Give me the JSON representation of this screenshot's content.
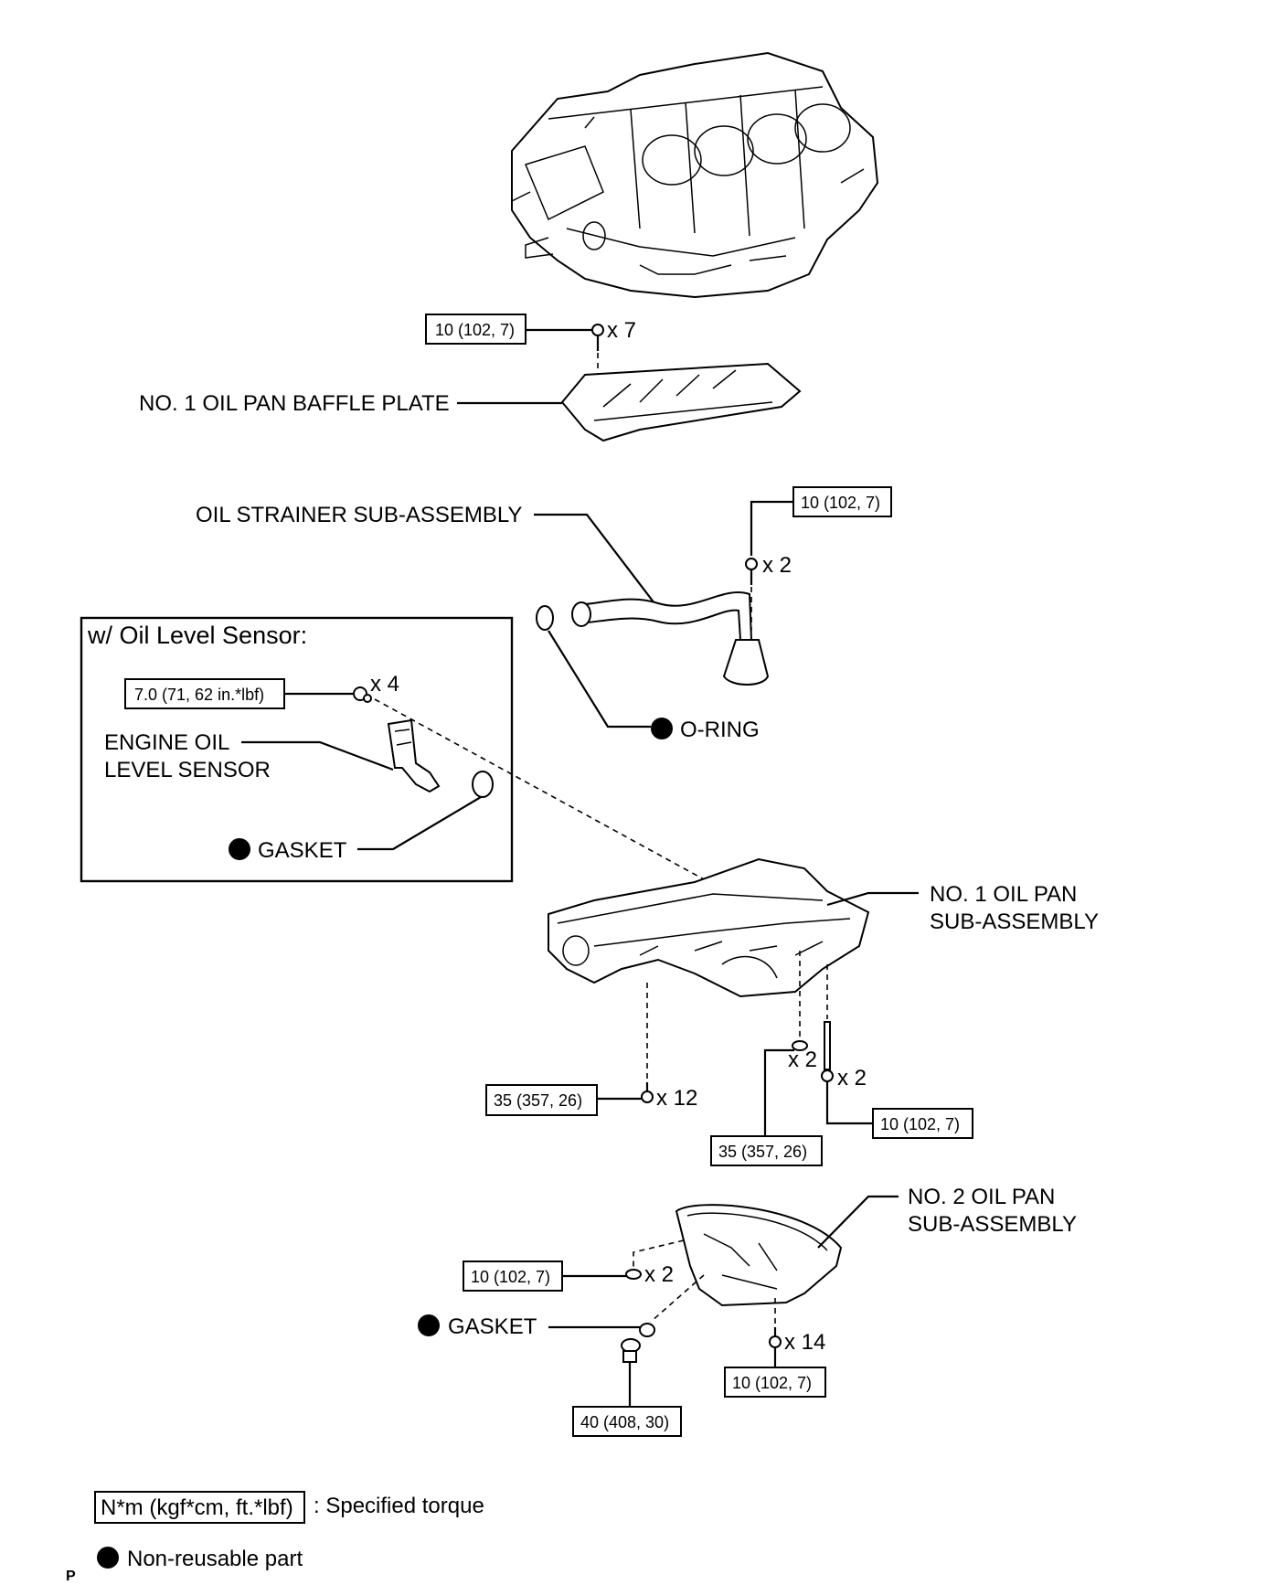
{
  "labels": {
    "baffle_plate": "NO. 1 OIL PAN BAFFLE PLATE",
    "oil_strainer": "OIL STRAINER SUB-ASSEMBLY",
    "o_ring": "O-RING",
    "sensor_box_title": "w/ Oil Level Sensor:",
    "sensor_line1": "ENGINE OIL",
    "sensor_line2": "LEVEL SENSOR",
    "sensor_gasket": "GASKET",
    "oil_pan1_line1": "NO. 1 OIL PAN",
    "oil_pan1_line2": "SUB-ASSEMBLY",
    "oil_pan2_line1": "NO. 2 OIL PAN",
    "oil_pan2_line2": "SUB-ASSEMBLY",
    "drain_gasket": "GASKET"
  },
  "torques": {
    "baffle": "10 (102, 7)",
    "strainer": "10 (102, 7)",
    "sensor": "7.0 (71, 62 in.*lbf)",
    "pan1_bolts": "35 (357, 26)",
    "pan1_nuts": "35 (357, 26)",
    "pan1_studs": "10 (102, 7)",
    "pan2_nuts": "10 (102, 7)",
    "pan2_bolts": "10 (102, 7)",
    "drain_plug": "40 (408, 30)"
  },
  "quantities": {
    "baffle": "x 7",
    "strainer": "x 2",
    "sensor": "x 4",
    "pan1_bolts": "x 12",
    "pan1_nuts": "x 2",
    "pan1_studs": "x 2",
    "pan2_nuts": "x 2",
    "pan2_bolts": "x 14"
  },
  "legend": {
    "torque_box": "N*m (kgf*cm, ft.*lbf)",
    "torque_text": ": Specified torque",
    "nonreusable_text": "Non-reusable part"
  },
  "corner_mark": "P"
}
